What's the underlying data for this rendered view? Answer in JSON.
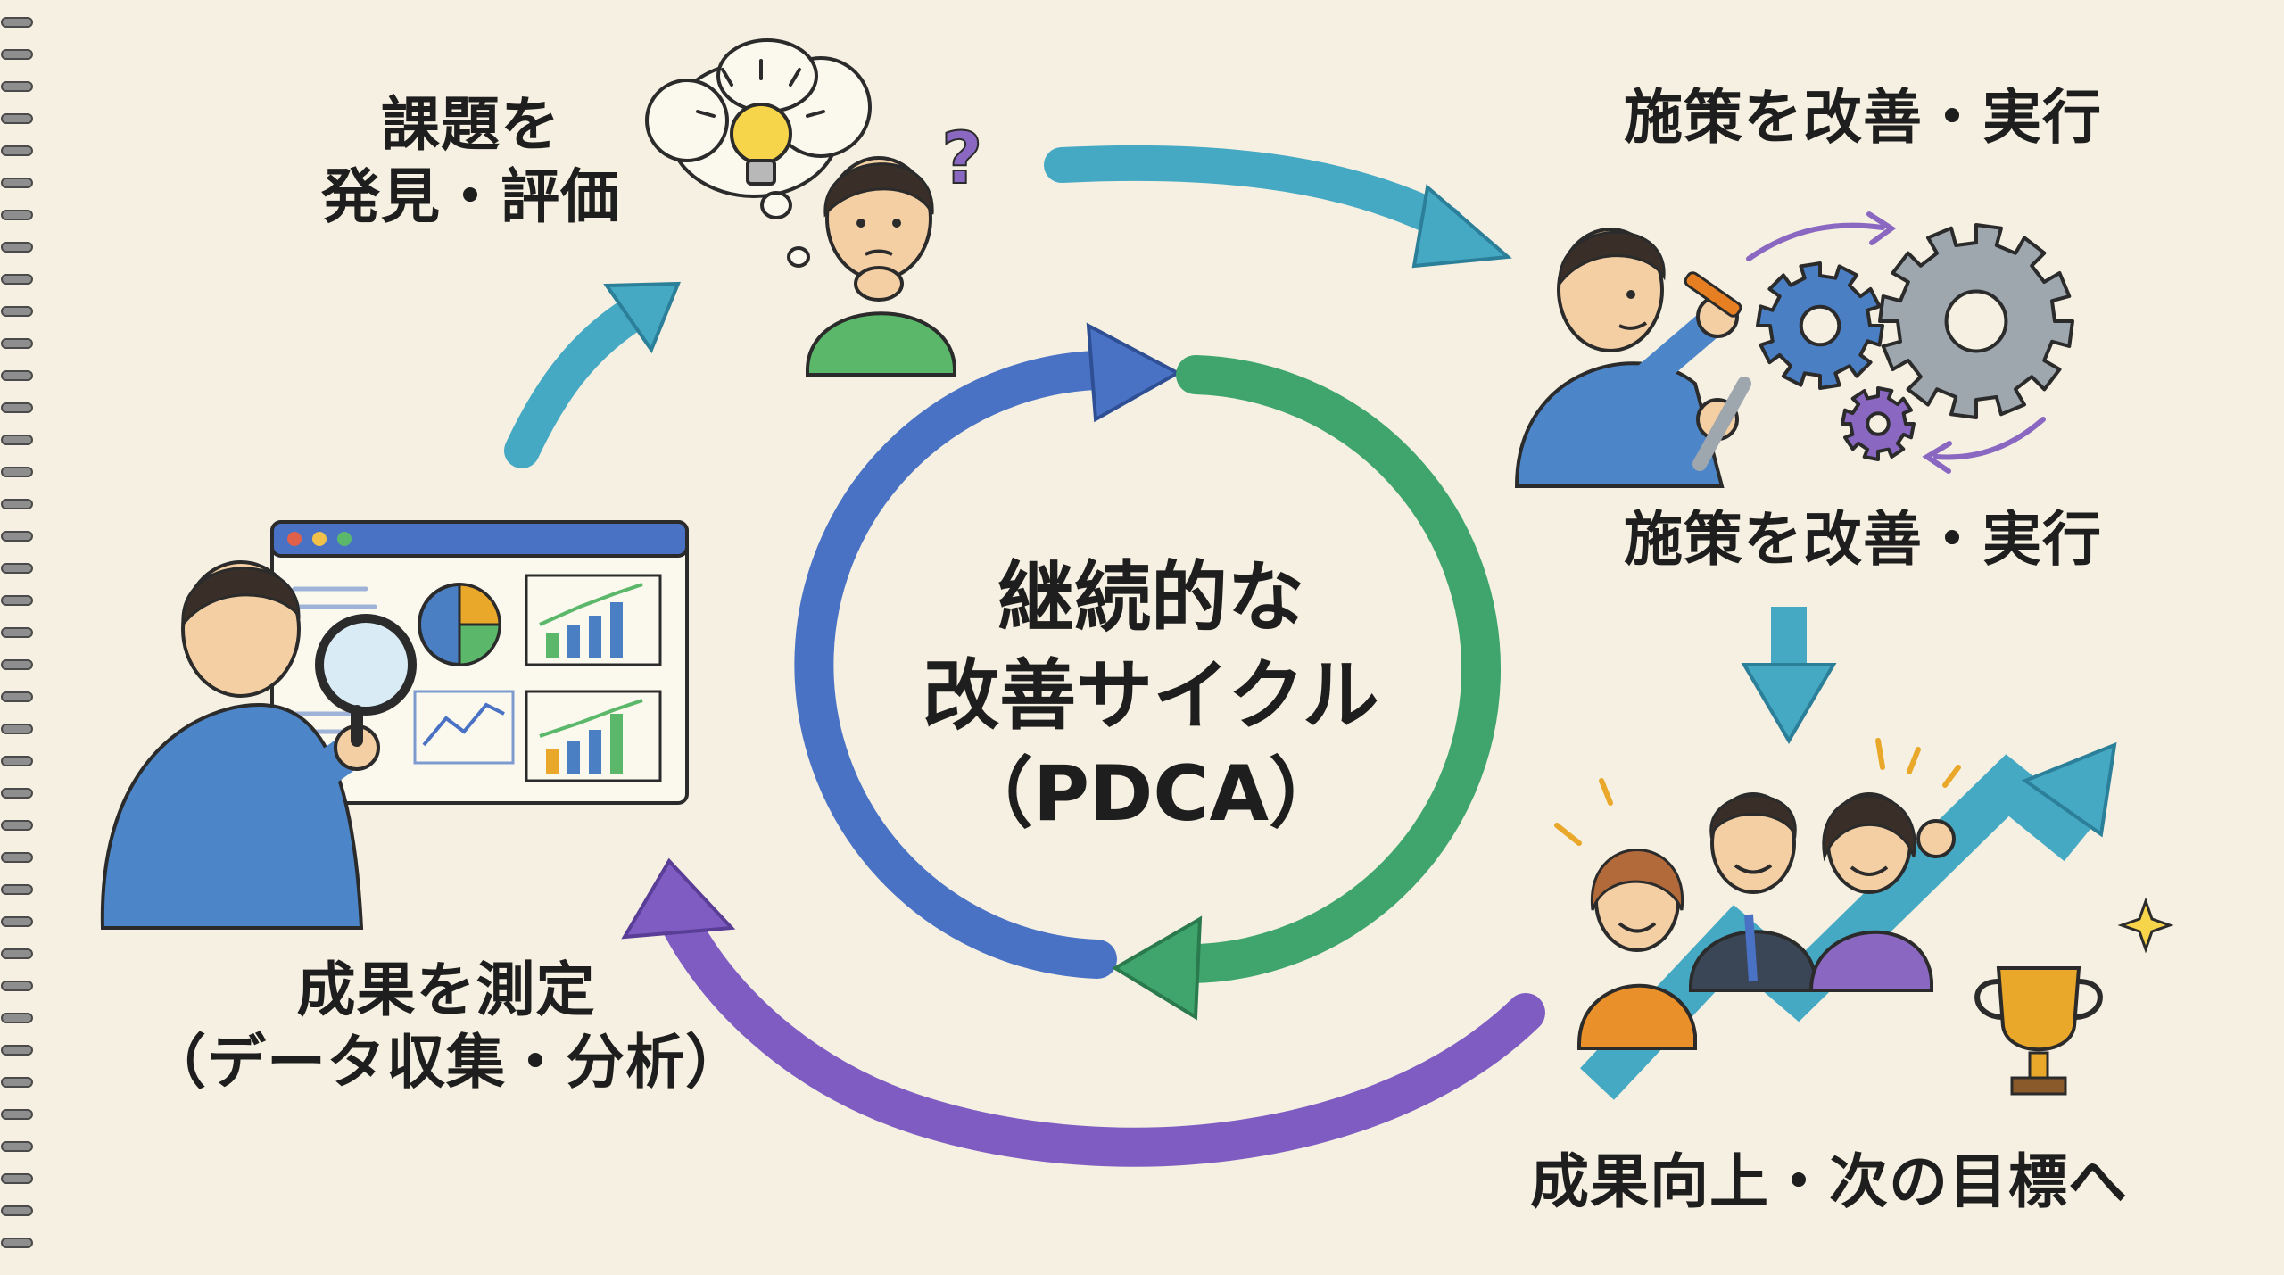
{
  "center": {
    "line1": "継続的な",
    "line2": "改善サイクル",
    "line3": "（PDCA）"
  },
  "steps": {
    "discover": {
      "line1": "課題を",
      "line2": "発見・評価"
    },
    "improve_top": "施策を改善・実行",
    "improve_mid": "施策を改善・実行",
    "measure": {
      "line1": "成果を測定",
      "line2": "（データ収集・分析）"
    },
    "result": "成果向上・次の目標へ"
  },
  "colors": {
    "background": "#f5f0e1",
    "cycle_blue": "#4a72c4",
    "cycle_green": "#3fa56c",
    "outer_teal": "#46a9c4",
    "outer_purple": "#7e5cc2",
    "skin": "#f4cfa4",
    "hair": "#3a2f28",
    "shirt_blue": "#4d86c8",
    "shirt_green": "#5bb86a",
    "gear_blue": "#4a7fc4",
    "gear_gray": "#9ea6ae",
    "gear_purple": "#8a68c2",
    "trophy_gold": "#e9a82a",
    "bulb_yellow": "#f7d54a"
  }
}
